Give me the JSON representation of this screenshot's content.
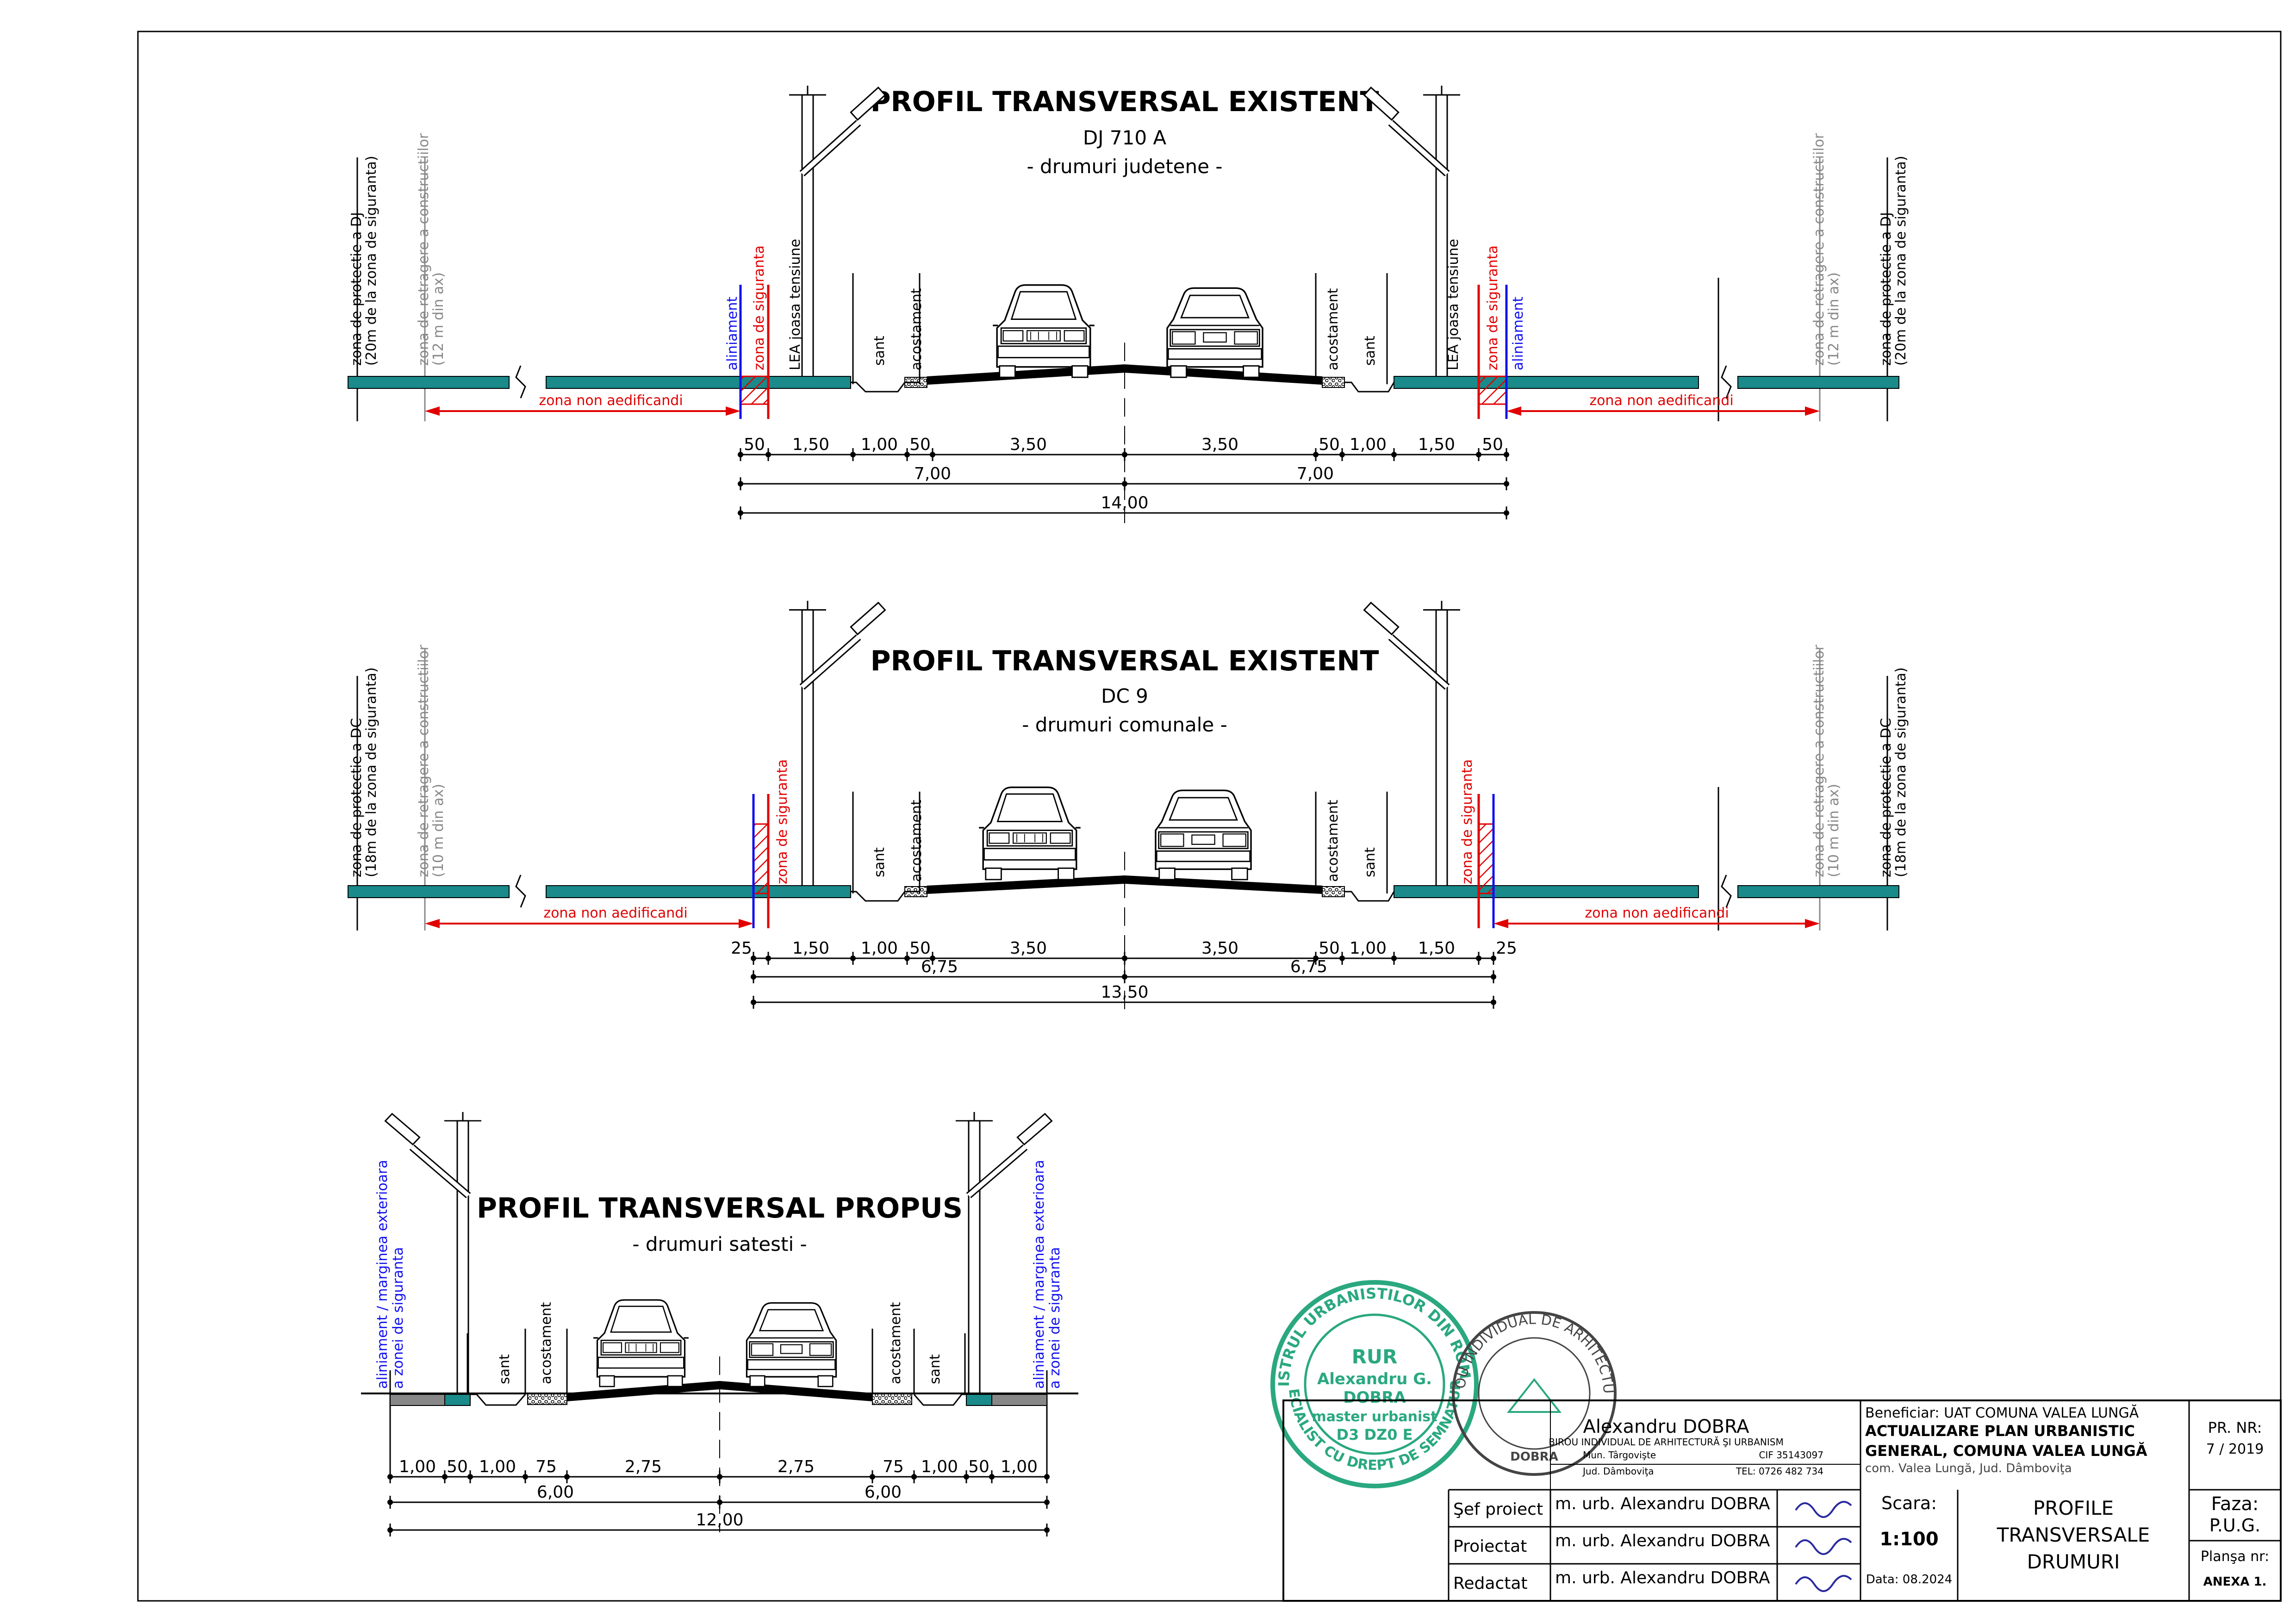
{
  "colors": {
    "teal": "#1a8a8a",
    "red": "#e00000",
    "blue": "#1010ee",
    "gray": "#888888",
    "asphalt": "#000000",
    "stamp_green": "#2aa880"
  },
  "icons": [
    "street-lamp-icon",
    "car-front-icon",
    "car-rear-icon",
    "round-seal-icon",
    "architect-seal-icon"
  ],
  "profiles": [
    {
      "title": "PROFIL TRANSVERSAL EXISTENT",
      "road": "DJ 710 A",
      "category": "- drumuri judetene -",
      "left": {
        "protection": "zona de protectie a DJ",
        "protection_sub": "(20m de la zona de siguranta)",
        "setback": "zona de retragere a constructiilor",
        "setback_sub": "(12 m din ax)",
        "alignment": "aliniament",
        "safety": "zona de siguranta",
        "power": "LEA joasa tensiune",
        "ditch": "sant",
        "shoulder": "acostament",
        "non_building": "zona non aedificandi"
      },
      "right": {
        "protection": "zona de protectie a DJ",
        "protection_sub": "(20m de la zona de siguranta)",
        "setback": "zona de retragere a constructiilor",
        "setback_sub": "(12 m din ax)",
        "alignment": "aliniament",
        "safety": "zona de siguranta",
        "power": "LEA joasa tensiune",
        "ditch": "sant",
        "shoulder": "acostament",
        "non_building": "zona non aedificandi"
      },
      "dims_row1": [
        "50",
        "1,50",
        "1,00",
        "50",
        "3,50",
        "3,50",
        "50",
        "1,00",
        "1,50",
        "50"
      ],
      "dims_row2": [
        "7,00",
        "7,00"
      ],
      "dims_total": "14,00"
    },
    {
      "title": "PROFIL TRANSVERSAL EXISTENT",
      "road": "DC 9",
      "category": "- drumuri comunale -",
      "left": {
        "protection": "zona de protectie a DC",
        "protection_sub": "(18m de la zona de siguranta)",
        "setback": "zona de retragere a constructiilor",
        "setback_sub": "(10 m din ax)",
        "safety": "zona de siguranta",
        "ditch": "sant",
        "shoulder": "acostament",
        "non_building": "zona non aedificandi"
      },
      "right": {
        "protection": "zona de protectie a DC",
        "protection_sub": "(18m de la zona de siguranta)",
        "setback": "zona de retragere a constructiilor",
        "setback_sub": "(10 m din ax)",
        "safety": "zona de siguranta",
        "ditch": "sant",
        "shoulder": "acostament",
        "non_building": "zona non aedificandi"
      },
      "dims_row1": [
        "25",
        "1,50",
        "1,00",
        "50",
        "3,50",
        "3,50",
        "50",
        "1,00",
        "1,50",
        "25"
      ],
      "dims_row2": [
        "6,75",
        "6,75"
      ],
      "dims_total": "13,50"
    },
    {
      "title": "PROFIL TRANSVERSAL PROPUS",
      "category": "- drumuri satesti -",
      "left": {
        "alignment": "aliniament / marginea exterioara",
        "alignment_sub": "a zonei de siguranta",
        "ditch": "sant",
        "shoulder": "acostament"
      },
      "right": {
        "alignment": "aliniament / marginea exterioara",
        "alignment_sub": "a zonei de siguranta",
        "ditch": "sant",
        "shoulder": "acostament"
      },
      "dims_row1": [
        "1,00",
        "50",
        "1,00",
        "75",
        "2,75",
        "2,75",
        "75",
        "1,00",
        "50",
        "1,00"
      ],
      "dims_row2": [
        "6,00",
        "6,00"
      ],
      "dims_total": "12,00"
    }
  ],
  "stamp_rur": {
    "ring_top": "REGISTRUL URBANISTILOR DIN ROMANIA",
    "ring_bottom": "SPECIALIST CU DREPT DE SEMNATURA",
    "code": "RUR",
    "name1": "Alexandru G.",
    "name2": "DOBRA",
    "role": "master urbanist",
    "cat": "D3 DZ0 E"
  },
  "stamp_office": {
    "ring": "BIROU INDIVIDUAL DE ARHITECTURA",
    "name": "DOBRA"
  },
  "title_block": {
    "company_name": "Alexandru DOBRA",
    "company_sub": "BIROU INDIVIDUAL DE ARHITECTURĂ ŞI URBANISM",
    "company_addr1": "Mun. Târgovişte",
    "company_addr2": "Jud. Dâmboviţa",
    "company_cif": "CIF 35143097",
    "company_tel": "TEL: 0726 482 734",
    "beneficiary": "Beneficiar: UAT COMUNA VALEA LUNGĂ",
    "project_line1": "ACTUALIZARE PLAN URBANISTIC",
    "project_line2": "GENERAL, COMUNA VALEA LUNGĂ",
    "project_loc": "com. Valea Lungă, Jud. Dâmboviţa",
    "pr_label": "PR. NR:",
    "pr_value": "7 / 2019",
    "roles": [
      {
        "role": "Şef proiect",
        "person": "m. urb. Alexandru DOBRA"
      },
      {
        "role": "Proiectat",
        "person": "m. urb. Alexandru DOBRA"
      },
      {
        "role": "Redactat",
        "person": "m. urb. Alexandru DOBRA"
      }
    ],
    "scale_label": "Scara:",
    "scale_value": "1:100",
    "date": "Data: 08.2024",
    "drawing_title1": "PROFILE",
    "drawing_title2": "TRANSVERSALE",
    "drawing_title3": "DRUMURI",
    "phase_label": "Faza:",
    "phase_value": "P.U.G.",
    "sheet_label": "Planşa nr:",
    "sheet_value": "ANEXA 1."
  }
}
